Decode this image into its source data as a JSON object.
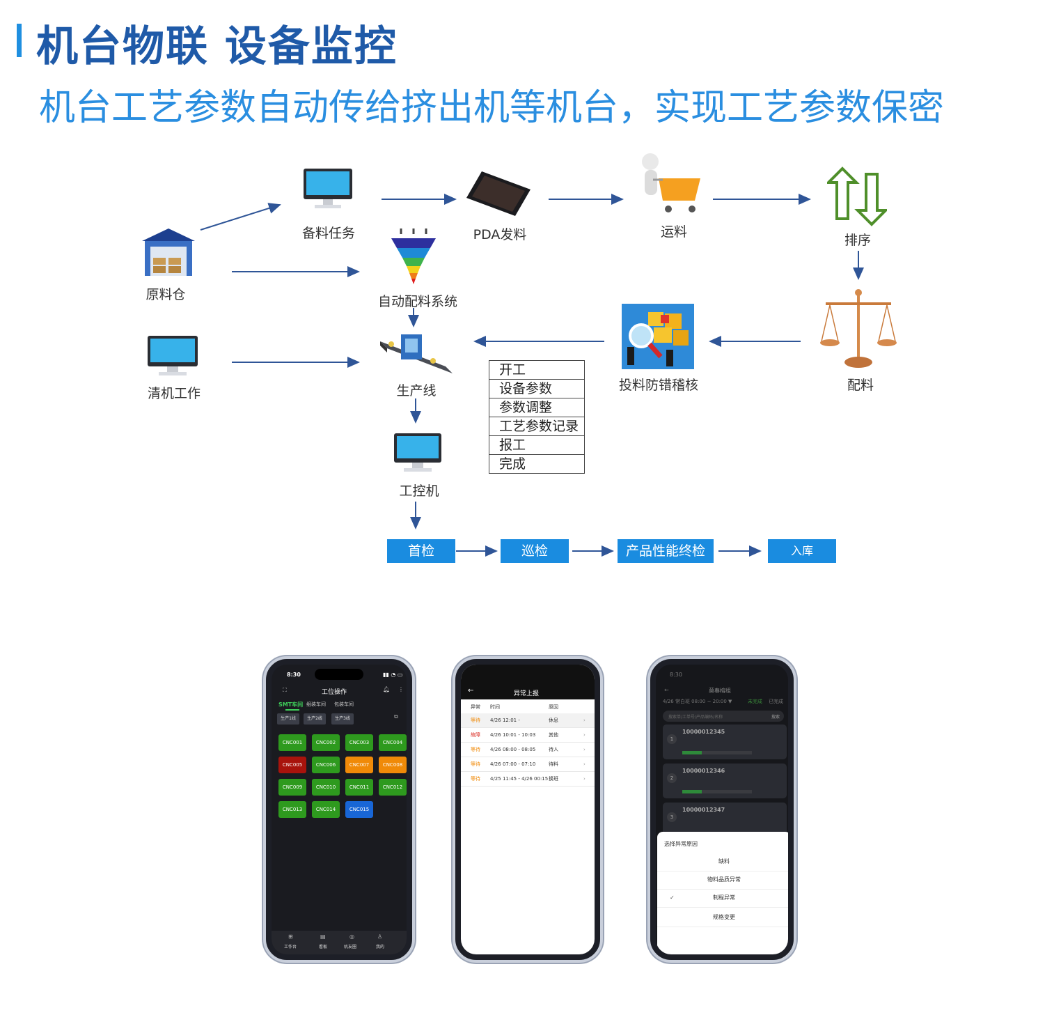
{
  "header": {
    "title": "机台物联 设备监控",
    "subtitle": "机台工艺参数自动传给挤出机等机台，实现工艺参数保密"
  },
  "flow": {
    "raw_warehouse": "原料仓",
    "prep_task": "备料任务",
    "pda_issue": "PDA发料",
    "transport": "运料",
    "sorting": "排序",
    "auto_batching": "自动配料系统",
    "cleaning": "清机工作",
    "production_line": "生产线",
    "anti_error_check": "投料防错稽核",
    "batching": "配料",
    "ipc": "工控机",
    "steps": [
      "开工",
      "设备参数",
      "参数调整",
      "工艺参数记录",
      "报工",
      "完成"
    ],
    "quality": [
      "首检",
      "巡检",
      "产品性能终检",
      "入库"
    ]
  },
  "phone1": {
    "time": "8:30",
    "title": "工位操作",
    "tabs": [
      "SMT车间",
      "组装车间",
      "包装车间"
    ],
    "lines": [
      "生产1线",
      "生产2线",
      "生产3线"
    ],
    "machines": [
      {
        "name": "CNC001",
        "color": "#2e9a1e"
      },
      {
        "name": "CNC002",
        "color": "#2e9a1e"
      },
      {
        "name": "CNC003",
        "color": "#2e9a1e"
      },
      {
        "name": "CNC004",
        "color": "#2e9a1e"
      },
      {
        "name": "CNC005",
        "color": "#a8130c"
      },
      {
        "name": "CNC006",
        "color": "#2e9a1e"
      },
      {
        "name": "CNC007",
        "color": "#f08a08"
      },
      {
        "name": "CNC008",
        "color": "#f08a08"
      },
      {
        "name": "CNC009",
        "color": "#2e9a1e"
      },
      {
        "name": "CNC010",
        "color": "#2e9a1e"
      },
      {
        "name": "CNC011",
        "color": "#2e9a1e"
      },
      {
        "name": "CNC012",
        "color": "#2e9a1e"
      },
      {
        "name": "CNC013",
        "color": "#2e9a1e"
      },
      {
        "name": "CNC014",
        "color": "#2e9a1e"
      },
      {
        "name": "CNC015",
        "color": "#1866d6"
      }
    ],
    "nav": [
      "工作台",
      "看板",
      "机友圈",
      "我的"
    ]
  },
  "phone2": {
    "title": "异常上报",
    "headers": [
      "异常",
      "时间",
      "原因"
    ],
    "rows": [
      {
        "status": "等待",
        "color": "#f08a08",
        "time": "4/26 12:01 -",
        "reason": "休息"
      },
      {
        "status": "故障",
        "color": "#d9261c",
        "time": "4/26 10:01 - 10:03",
        "reason": "其他"
      },
      {
        "status": "等待",
        "color": "#f08a08",
        "time": "4/26 08:00 - 08:05",
        "reason": "待人"
      },
      {
        "status": "等待",
        "color": "#f08a08",
        "time": "4/26 07:00 - 07:10",
        "reason": "待料"
      },
      {
        "status": "等待",
        "color": "#f08a08",
        "time": "4/25 11:45 - 4/26 00:15",
        "reason": "换班"
      }
    ]
  },
  "phone3": {
    "time": "8:30",
    "title": "莫春榕组",
    "shift": "4/26 常白班 08:00 ~ 20:00 ▼",
    "filter_a": "未完成",
    "filter_b": "已完成",
    "search_placeholder": "搜索单/工单号/产品编码/名称",
    "search_btn": "搜索",
    "cards": [
      "10000012345",
      "10000012346",
      "10000012347"
    ],
    "sheet_title": "选择异常原因",
    "sheet_items": [
      "缺料",
      "物料品质异常",
      "制程异常",
      "规格变更"
    ],
    "checked_index": 2
  }
}
